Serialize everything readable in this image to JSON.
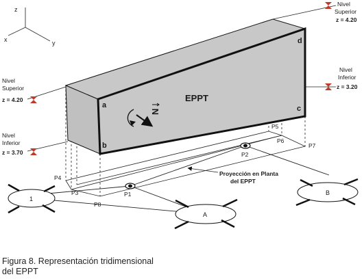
{
  "axes": {
    "z": "z",
    "x": "x",
    "y": "y"
  },
  "body": {
    "label": "EPPT",
    "normal_symbol": "N",
    "corners": {
      "a": "a",
      "b": "b",
      "c": "c",
      "d": "d"
    },
    "face_color": "#c8c8c8",
    "edge_color": "#111111"
  },
  "levels": {
    "top_right": {
      "line1": "Nivel",
      "line2": "Superior",
      "value": "z = 4.20"
    },
    "right": {
      "line1": "Nivel",
      "line2": "Inferior",
      "value": "z = 3.20"
    },
    "left_upper": {
      "line1": "Nivel",
      "line2": "Superior",
      "value": "z = 4.20"
    },
    "left_lower": {
      "line1": "Nivel",
      "line2": "Inferior",
      "value": "z = 3.70"
    }
  },
  "marker_color": "#c0392b",
  "points": {
    "P1": "P1",
    "P2": "P2",
    "P3": "P3",
    "P4": "P4",
    "P5": "P5",
    "P6": "P6",
    "P7": "P7",
    "P8": "P8"
  },
  "footings": {
    "f1": "1",
    "fA": "A",
    "fB": "B"
  },
  "projection_label": {
    "line1": "Proyección en Planta",
    "line2": "del EPPT"
  },
  "caption": {
    "line1": "Figura 8. Representación tridimensional",
    "line2": "del EPPT"
  }
}
